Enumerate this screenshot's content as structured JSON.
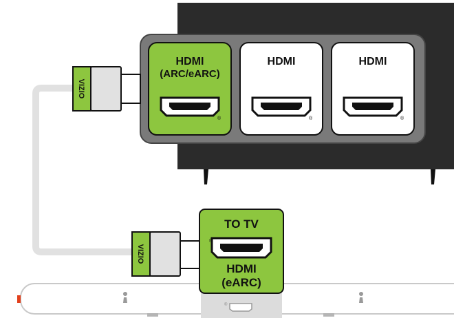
{
  "colors": {
    "accent_green": "#8dc63f",
    "outline": "#111111",
    "tv_screen": "#2b2b2b",
    "panel_gray": "#7a7a7a",
    "cable_gray": "#e1e1e1",
    "soundbar": "#ffffff",
    "soundbar_recess": "#dcdcdc",
    "power_led": "#e2401c"
  },
  "tv": {
    "ports": [
      {
        "line1": "HDMI",
        "line2": "(ARC/eARC)",
        "mark": "®",
        "highlighted": true
      },
      {
        "line1": "HDMI",
        "line2": "",
        "mark": "®",
        "highlighted": false
      },
      {
        "line1": "HDMI",
        "line2": "",
        "mark": "®",
        "highlighted": false
      }
    ]
  },
  "cable": {
    "brand_top": "VIZIO",
    "brand_bottom": "VIZIO"
  },
  "soundbar": {
    "port": {
      "top_label": "TO TV",
      "line1": "HDMI",
      "line2": "(eARC)",
      "mark": "®"
    },
    "bottom_mark": "®"
  },
  "icons": [
    "hdmi-port-icon",
    "hdmi-plug-icon",
    "mount-keyhole-icon",
    "tv-foot-icon"
  ]
}
